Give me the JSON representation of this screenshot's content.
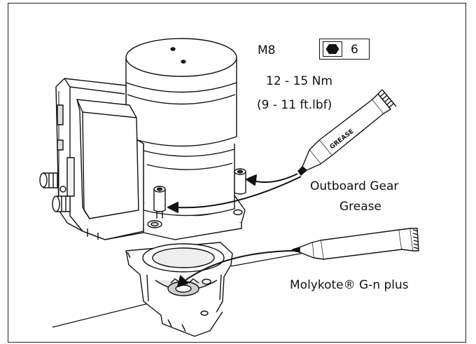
{
  "labels": {
    "bolt_size": "M8",
    "hex_key_size": "6",
    "torque_nm": "12 - 15 Nm",
    "torque_ftlbf": "(9 - 11 ft.lbf)",
    "grease_line1": "Outboard Gear",
    "grease_line2": "Grease",
    "tube_text": "GREASE",
    "lubricant": "Molykote® G-n plus"
  },
  "icons": [
    "hex-socket-icon"
  ],
  "colors": {
    "line": "#111111",
    "fill": "#ffffff",
    "shade": "#d9d9d9",
    "dark": "#3a3a3a"
  }
}
